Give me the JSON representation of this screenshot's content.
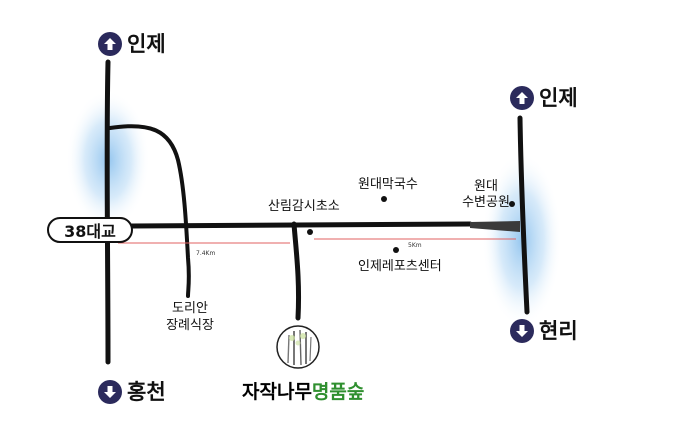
{
  "directions": {
    "top_left": "인제",
    "top_right": "인제",
    "bottom_left": "홍천",
    "bottom_right": "현리"
  },
  "bridge_label": "38대교",
  "places": {
    "wondae_makguksu": "원대막국수",
    "wondae_park_line1": "원대",
    "wondae_park_line2": "수변공원",
    "sanrim_office": "산림감시초소",
    "inje_sports_center": "인제레포츠센터",
    "dori_line1": "도리안",
    "dori_line2": "장례식장"
  },
  "distances": {
    "left": "7.4Km",
    "right": "5Km"
  },
  "brand": {
    "main": "자작나무",
    "highlight": "명품숲"
  },
  "colors": {
    "road": "#111111",
    "direction_circle": "#2b2a5c",
    "distance_line": "#e06060",
    "brand_highlight": "#2f8f2f",
    "glow": "#9ccbef"
  },
  "icons": {
    "up": "arrow-up-icon",
    "down": "arrow-down-icon",
    "poi": "location-dot-icon",
    "logo": "birch-forest-logo"
  }
}
